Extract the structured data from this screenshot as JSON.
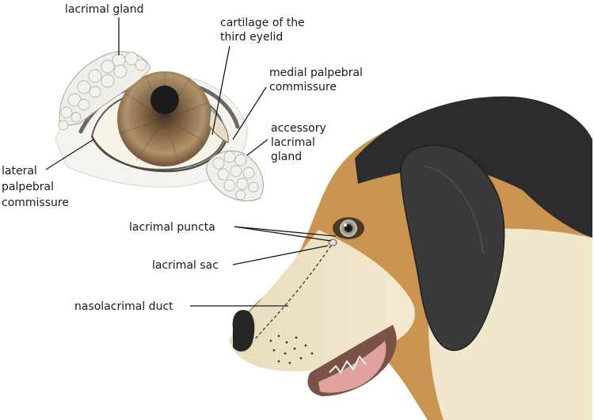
{
  "labels": {
    "lacrimal_gland": "lacrimal gland",
    "cartilage_line1": "cartilage of the",
    "cartilage_line2": "third eyelid",
    "medial_line1": "medial palpebral",
    "medial_line2": "commissure",
    "accessory_line1": "accessory",
    "accessory_line2": "lacrimal",
    "accessory_line3": "gland",
    "lateral_line1": "lateral",
    "lateral_line2": "palpebral",
    "lateral_line3": "commissure",
    "lacrimal_puncta": "lacrimal puncta",
    "lacrimal_sac": "lacrimal sac",
    "nasolacrimal_duct": "nasolacrimal duct"
  },
  "colors": {
    "tan": "#c99550",
    "black_coat": "#2c2c2c",
    "cream": "#f1e7cc",
    "iris": "#a98a5e",
    "pupil": "#1b1b1b",
    "tongue": "#e1a2a0"
  }
}
